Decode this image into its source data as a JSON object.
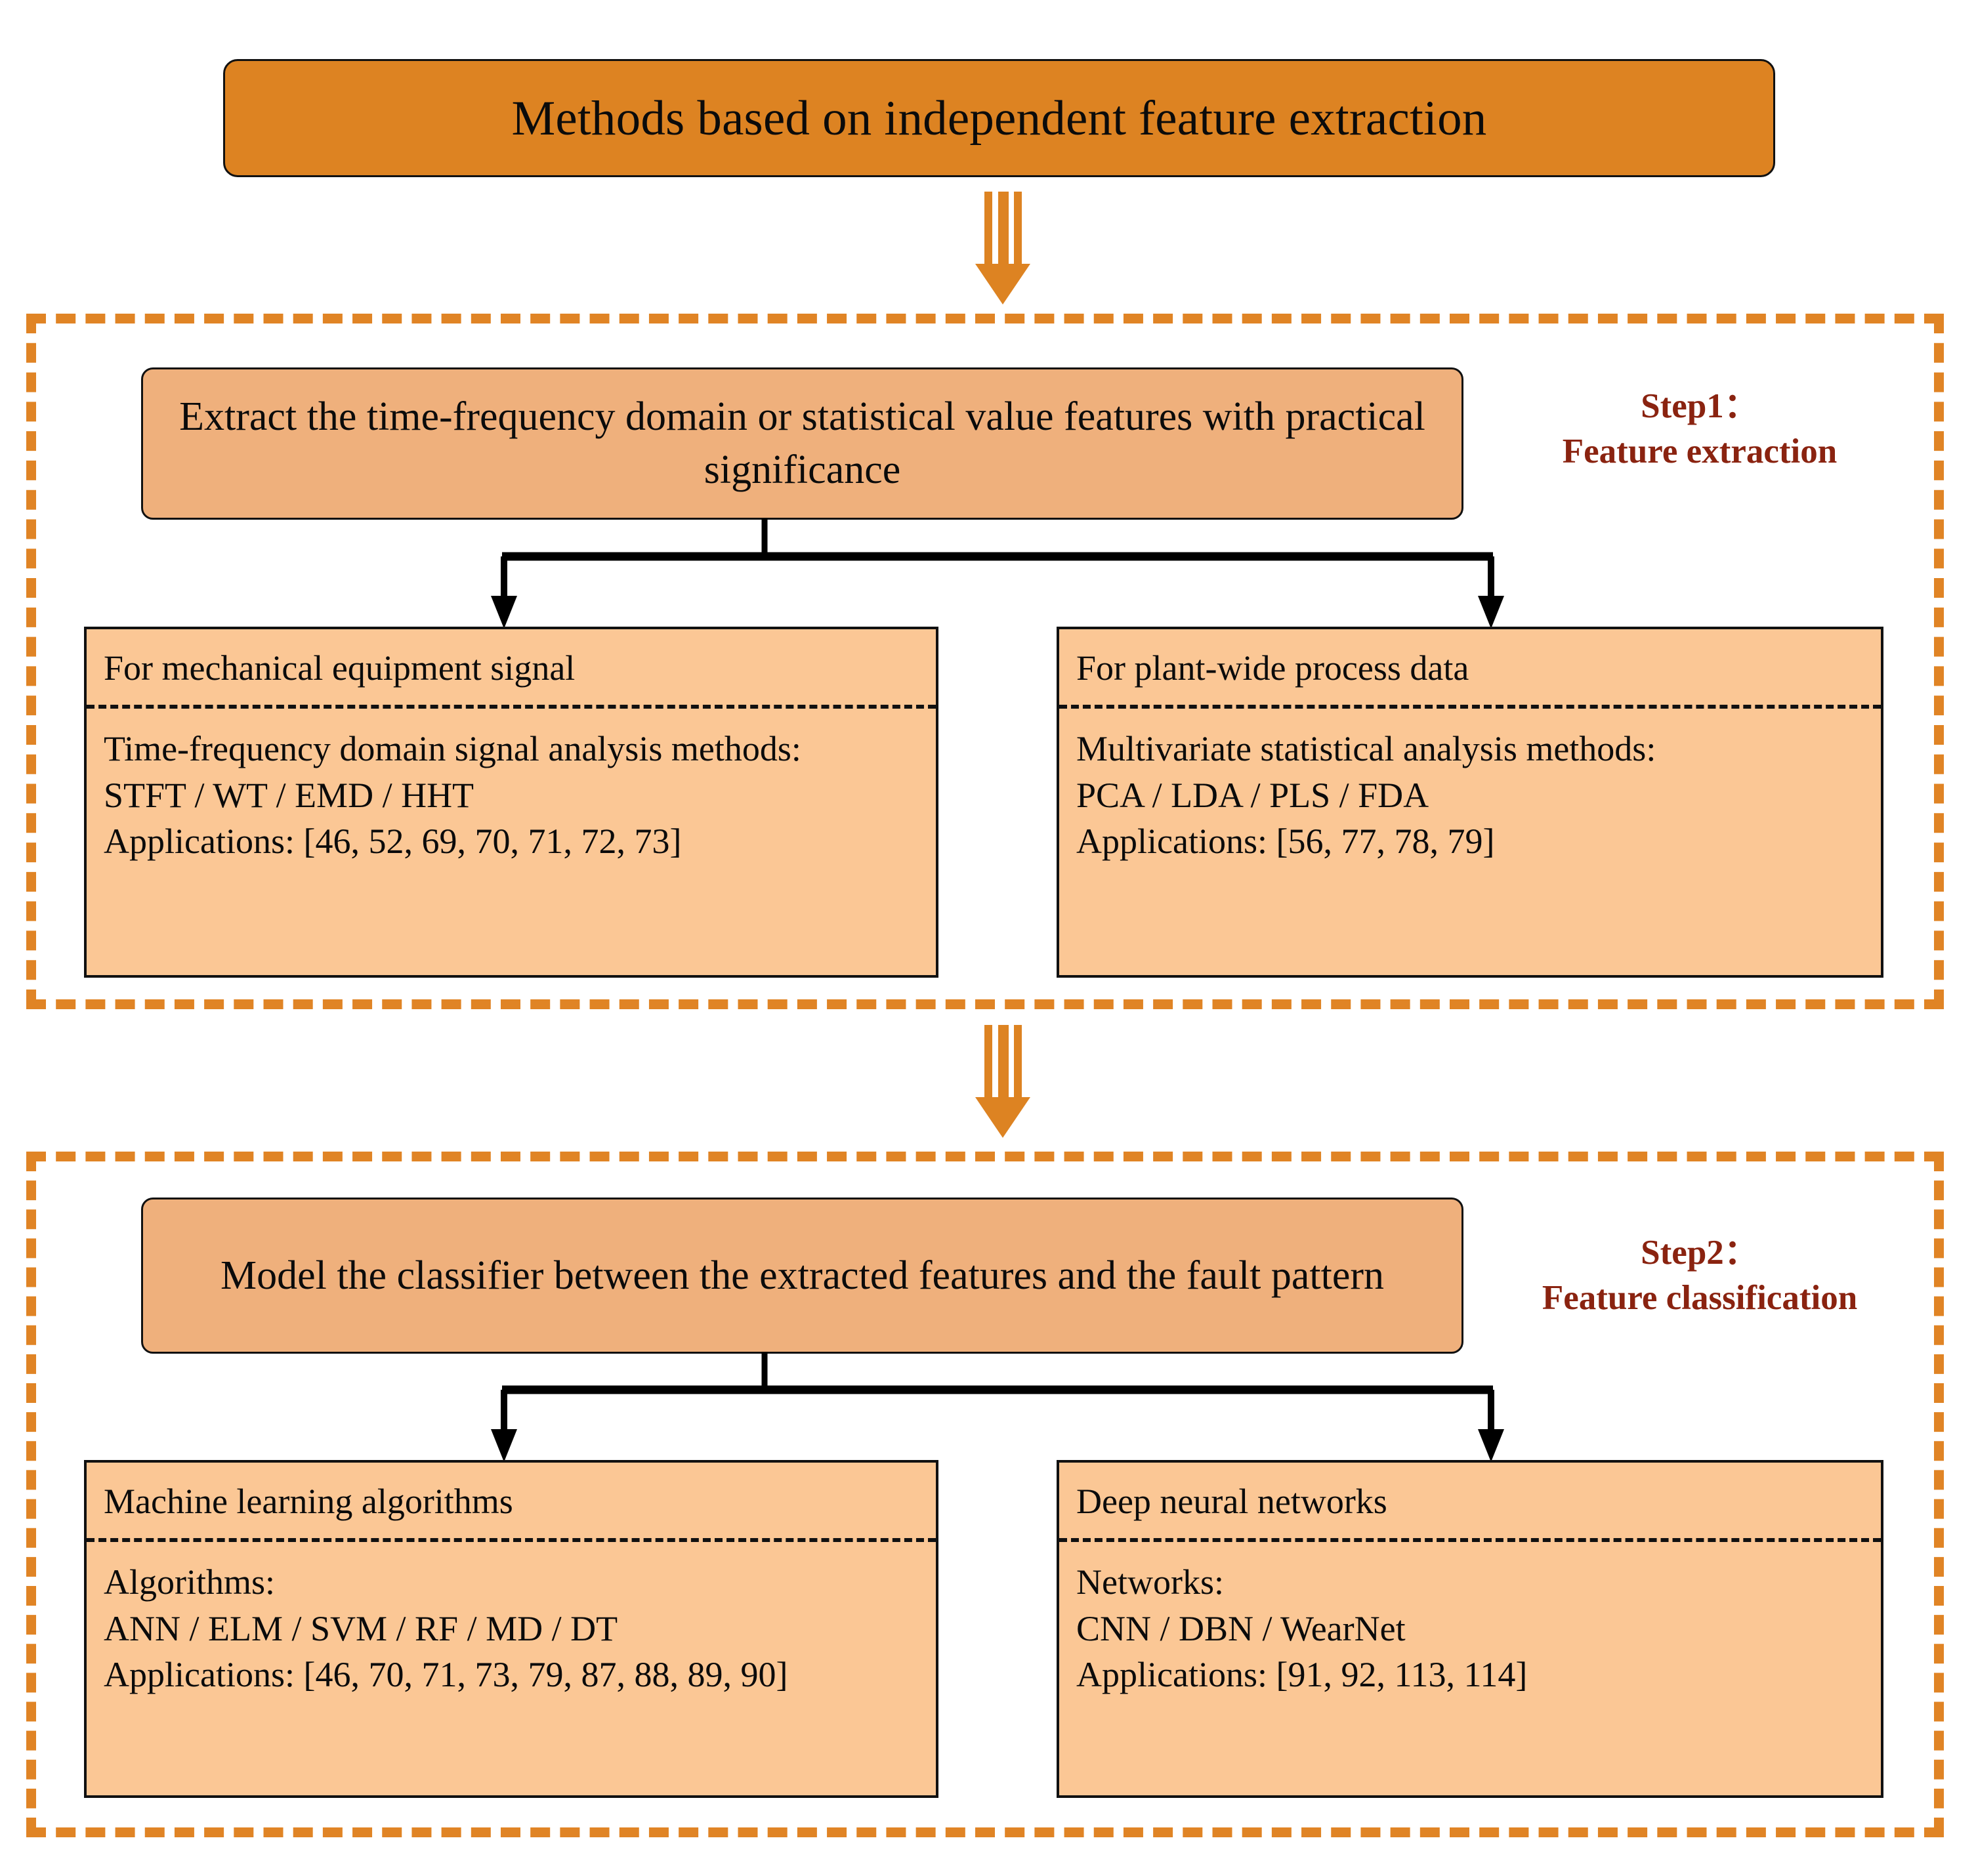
{
  "diagram": {
    "title": "Methods based on independent feature extraction",
    "accent_orange": "#DD8322",
    "dashed_orange": "#E08425",
    "box_fill": "#EFB07C",
    "card_fill": "#FBC795",
    "step_label_color": "#8A2310"
  },
  "arrows": {
    "arrow1_name": "down-double-arrow-icon",
    "arrow2_name": "down-double-arrow-icon"
  },
  "step1": {
    "label_line1": "Step1：",
    "label_line2": "Feature extraction",
    "statement": "Extract the time-frequency domain or statistical value features with practical significance",
    "cards": [
      {
        "header": "For mechanical equipment signal",
        "body": "Time-frequency domain signal analysis methods:\nSTFT / WT / EMD / HHT\nApplications: [46, 52, 69, 70, 71, 72, 73]"
      },
      {
        "header": "For plant-wide process data",
        "body": "Multivariate statistical analysis methods:\nPCA / LDA / PLS / FDA\nApplications: [56, 77, 78, 79]"
      }
    ]
  },
  "step2": {
    "label_line1": "Step2：",
    "label_line2": "Feature classification",
    "statement": "Model the classifier between the extracted features and the fault pattern",
    "cards": [
      {
        "header": "Machine learning algorithms",
        "body": "Algorithms:\nANN / ELM / SVM / RF / MD / DT\nApplications: [46, 70, 71, 73, 79, 87, 88, 89, 90]"
      },
      {
        "header": "Deep neural networks",
        "body": "Networks:\nCNN / DBN / WearNet\nApplications: [91, 92, 113, 114]"
      }
    ]
  }
}
